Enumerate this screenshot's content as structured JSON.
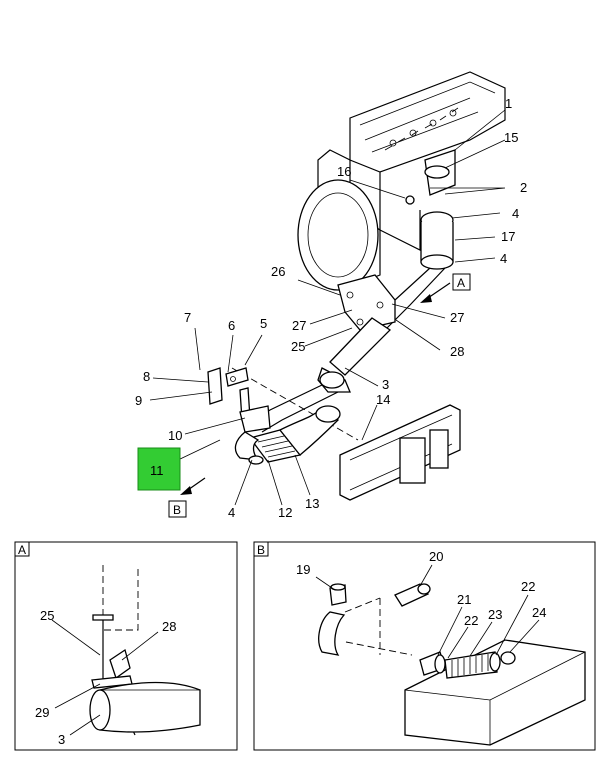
{
  "callouts": {
    "c1": "1",
    "c15": "15",
    "c16": "16",
    "c2": "2",
    "c4a": "4",
    "c17": "17",
    "c4b": "4",
    "c26": "26",
    "cA": "A",
    "c27a": "27",
    "c27b": "27",
    "c25": "25",
    "c28": "28",
    "c7": "7",
    "c6": "6",
    "c5": "5",
    "c8": "8",
    "c9": "9",
    "c3": "3",
    "c14": "14",
    "c10": "10",
    "c11": "11",
    "c4c": "4",
    "c12": "12",
    "c13": "13",
    "cB": "B"
  },
  "inset_a": {
    "title": "A",
    "callouts": {
      "c25": "25",
      "c28": "28",
      "c29": "29",
      "c3": "3"
    }
  },
  "inset_b": {
    "title": "B",
    "callouts": {
      "c19": "19",
      "c20": "20",
      "c21": "21",
      "c22a": "22",
      "c23": "23",
      "c22b": "22",
      "c24": "24"
    }
  },
  "highlight_color": "#33cc33"
}
